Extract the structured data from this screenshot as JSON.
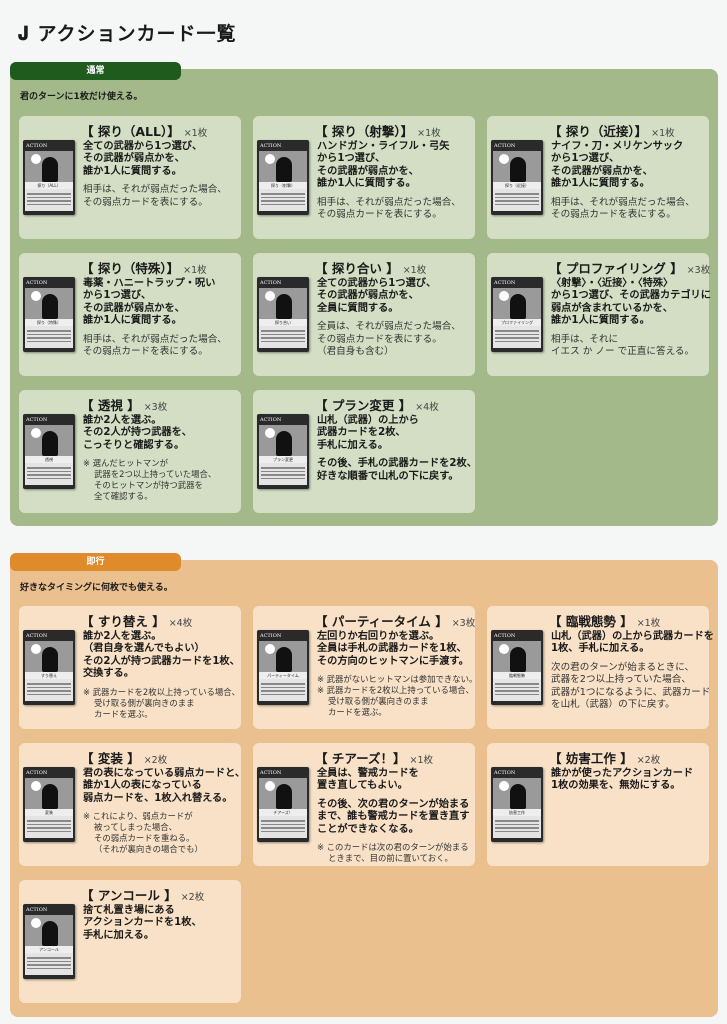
{
  "page_title": "𝐉 アクションカード一覧",
  "colors": {
    "normal_tab": "#1f5b1c",
    "normal_panel": "#a3b98a",
    "normal_card": "#d3dec4",
    "instant_tab": "#df8a2b",
    "instant_panel": "#ebc08f",
    "instant_card": "#f8e1c6"
  },
  "sections": [
    {
      "id": "normal",
      "tab": "通常",
      "lead": "君のターンに1枚だけ使える。",
      "cards": [
        {
          "title": "【 探り（ALL）】",
          "count": "×1枚",
          "thumb_label": "探り（ALL）",
          "body": [
            {
              "type": "main",
              "lines": [
                "全ての武器から1つ選び、",
                "その武器が弱点かを、",
                "誰か1人に質問する。"
              ]
            },
            {
              "type": "sub",
              "lines": [
                "相手は、それが弱点だった場合、",
                "その弱点カードを表にする。"
              ]
            }
          ]
        },
        {
          "title": "【 探り（射撃）】",
          "count": "×1枚",
          "thumb_label": "探り（射撃）",
          "body": [
            {
              "type": "main",
              "lines": [
                "ハンドガン・ライフル・弓矢",
                "から1つ選び、",
                "その武器が弱点かを、",
                "誰か1人に質問する。"
              ]
            },
            {
              "type": "sub",
              "lines": [
                "相手は、それが弱点だった場合、",
                "その弱点カードを表にする。"
              ]
            }
          ]
        },
        {
          "title": "【 探り（近接）】",
          "count": "×1枚",
          "thumb_label": "探り（近接）",
          "body": [
            {
              "type": "main",
              "lines": [
                "ナイフ・刀・メリケンサック",
                "から1つ選び、",
                "その武器が弱点かを、",
                "誰か1人に質問する。"
              ]
            },
            {
              "type": "sub",
              "lines": [
                "相手は、それが弱点だった場合、",
                "その弱点カードを表にする。"
              ]
            }
          ]
        },
        {
          "title": "【 探り（特殊）】",
          "count": "×1枚",
          "thumb_label": "探り（特殊）",
          "body": [
            {
              "type": "main",
              "lines": [
                "毒薬・ハニートラップ・呪い",
                "から1つ選び、",
                "その武器が弱点かを、",
                "誰か1人に質問する。"
              ]
            },
            {
              "type": "sub",
              "lines": [
                "相手は、それが弱点だった場合、",
                "その弱点カードを表にする。"
              ]
            }
          ]
        },
        {
          "title": "【 探り合い 】",
          "count": "×1枚",
          "thumb_label": "探り合い",
          "body": [
            {
              "type": "main",
              "lines": [
                "全ての武器から1つ選び、",
                "その武器が弱点かを、",
                "全員に質問する。"
              ]
            },
            {
              "type": "sub",
              "lines": [
                "全員は、それが弱点だった場合、",
                "その弱点カードを表にする。",
                "（君自身も含む）"
              ]
            }
          ]
        },
        {
          "title": "【 プロファイリング 】",
          "count": "×3枚",
          "thumb_label": "プロファイリング",
          "body": [
            {
              "type": "main",
              "lines": [
                "〈射撃〉・〈近接〉・〈特殊〉",
                "から1つ選び、その武器カテゴリに",
                "弱点が含まれているかを、",
                "誰か1人に質問する。"
              ]
            },
            {
              "type": "sub",
              "lines": [
                "相手は、それに",
                "イエス か ノー で正直に答える。"
              ]
            }
          ]
        },
        {
          "title": "【 透視 】",
          "count": "×3枚",
          "thumb_label": "透視",
          "body": [
            {
              "type": "main",
              "lines": [
                "誰か2人を選ぶ。",
                "その2人が持つ武器を、",
                "こっそりと確認する。"
              ]
            },
            {
              "type": "note",
              "lines": [
                "※ 選んだヒットマンが",
                "　 武器を2つ以上持っていた場合、",
                "　 そのヒットマンが持つ武器を",
                "　 全て確認する。"
              ]
            }
          ]
        },
        {
          "title": "【 プラン変更 】",
          "count": "×4枚",
          "thumb_label": "プラン変更",
          "body": [
            {
              "type": "main",
              "lines": [
                "山札（武器）の上から",
                "武器カードを2枚、",
                "手札に加える。"
              ]
            },
            {
              "type": "main",
              "lines": [
                "その後、手札の武器カードを2枚、",
                "好きな順番で山札の下に戻す。"
              ]
            }
          ]
        }
      ]
    },
    {
      "id": "instant",
      "tab": "即行",
      "lead": "好きなタイミングに何枚でも使える。",
      "cards": [
        {
          "title": "【 すり替え 】",
          "count": "×4枚",
          "thumb_label": "すり替え",
          "body": [
            {
              "type": "main",
              "lines": [
                "誰か2人を選ぶ。",
                "（君自身を選んでもよい）",
                "その2人が持つ武器カードを1枚、",
                "交換する。"
              ]
            },
            {
              "type": "note",
              "lines": [
                "※ 武器カードを2枚以上持っている場合、",
                "　 受け取る側が裏向きのまま",
                "　 カードを選ぶ。"
              ]
            }
          ]
        },
        {
          "title": "【 パーティータイム 】",
          "count": "×3枚",
          "thumb_label": "パーティータイム",
          "body": [
            {
              "type": "main",
              "lines": [
                "左回りか右回りかを選ぶ。",
                "全員は手札の武器カードを1枚、",
                "その方向のヒットマンに手渡す。"
              ]
            },
            {
              "type": "note",
              "lines": [
                "※ 武器がないヒットマンは参加できない。",
                "※ 武器カードを2枚以上持っている場合、",
                "　 受け取る側が裏向きのまま",
                "　 カードを選ぶ。"
              ]
            }
          ]
        },
        {
          "title": "【 臨戦態勢 】",
          "count": "×1枚",
          "thumb_label": "臨戦態勢",
          "body": [
            {
              "type": "main",
              "lines": [
                "山札（武器）の上から武器カードを",
                "1枚、手札に加える。"
              ]
            },
            {
              "type": "sub",
              "lines": [
                "次の君のターンが始まるときに、",
                "武器を2つ以上持っていた場合、",
                "武器が1つになるように、武器カード",
                "を山札（武器）の下に戻す。"
              ]
            }
          ]
        },
        {
          "title": "【 変装 】",
          "count": "×2枚",
          "thumb_label": "変装",
          "body": [
            {
              "type": "main",
              "lines": [
                "君の表になっている弱点カードと、",
                "誰か1人の表になっている",
                "弱点カードを、1枚入れ替える。"
              ]
            },
            {
              "type": "note",
              "lines": [
                "※ これにより、弱点カードが",
                "　 被ってしまった場合、",
                "　 その弱点カードを重ねる。",
                "　 （それが裏向きの場合でも）"
              ]
            }
          ]
        },
        {
          "title": "【 チアーズ！】",
          "count": "×1枚",
          "thumb_label": "チアーズ！",
          "body": [
            {
              "type": "main",
              "lines": [
                "全員は、警戒カードを",
                "置き直してもよい。"
              ]
            },
            {
              "type": "main",
              "lines": [
                "その後、次の君のターンが始まる",
                "まで、誰も警戒カードを置き直す",
                "ことができなくなる。"
              ]
            },
            {
              "type": "note",
              "lines": [
                "※ このカードは次の君のターンが始まる",
                "　 ときまで、目の前に置いておく。"
              ]
            }
          ]
        },
        {
          "title": "【 妨害工作 】",
          "count": "×2枚",
          "thumb_label": "妨害工作",
          "body": [
            {
              "type": "main",
              "lines": [
                "誰かが使ったアクションカード",
                "1枚の効果を、無効にする。"
              ]
            }
          ]
        },
        {
          "title": "【 アンコール 】",
          "count": "×2枚",
          "thumb_label": "アンコール",
          "body": [
            {
              "type": "main",
              "lines": [
                "捨て札置き場にある",
                "アクションカードを1枚、",
                "手札に加える。"
              ]
            }
          ]
        }
      ]
    }
  ],
  "thumb_header": "ACTION"
}
